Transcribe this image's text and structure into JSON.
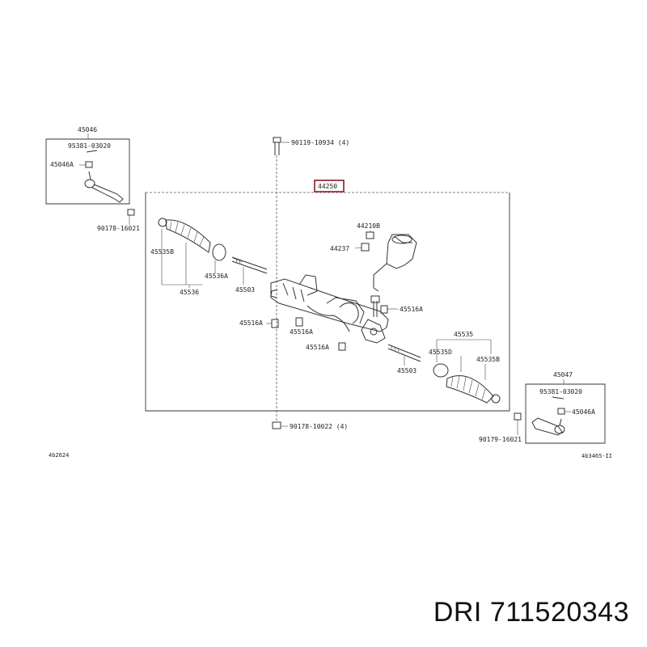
{
  "diagram": {
    "labels": {
      "left_tie_rod_end": "45046",
      "left_cotter_pin": "95381-03020",
      "left_nut": "45046A",
      "left_tie_rod_nut": "90178-16021",
      "top_bolt": "90119-10934 (4)",
      "rack_assembly": "44250",
      "left_boot_kit": "45535B",
      "left_clip": "45536A",
      "left_clip_group": "45536",
      "left_tie_rod": "45503",
      "valve_cover": "44210B",
      "valve_bolt": "44237",
      "grommet_right": "45516A",
      "grommet_left": "45516A",
      "grommet_center": "45516A",
      "grommet_lower": "45516A",
      "right_boot_kit": "45535",
      "right_clip": "45535D",
      "right_boot": "45535B",
      "right_tie_rod": "45503",
      "bottom_nut": "90178-10022 (4)",
      "right_tie_rod_end": "45047",
      "right_cotter_pin": "95381-03020",
      "right_nut": "45046A",
      "right_tie_rod_nut": "90179-16021",
      "code_left": "4b2624",
      "code_right": "4b3465-II"
    }
  },
  "footer": {
    "brand_part": "DRI 711520343"
  }
}
